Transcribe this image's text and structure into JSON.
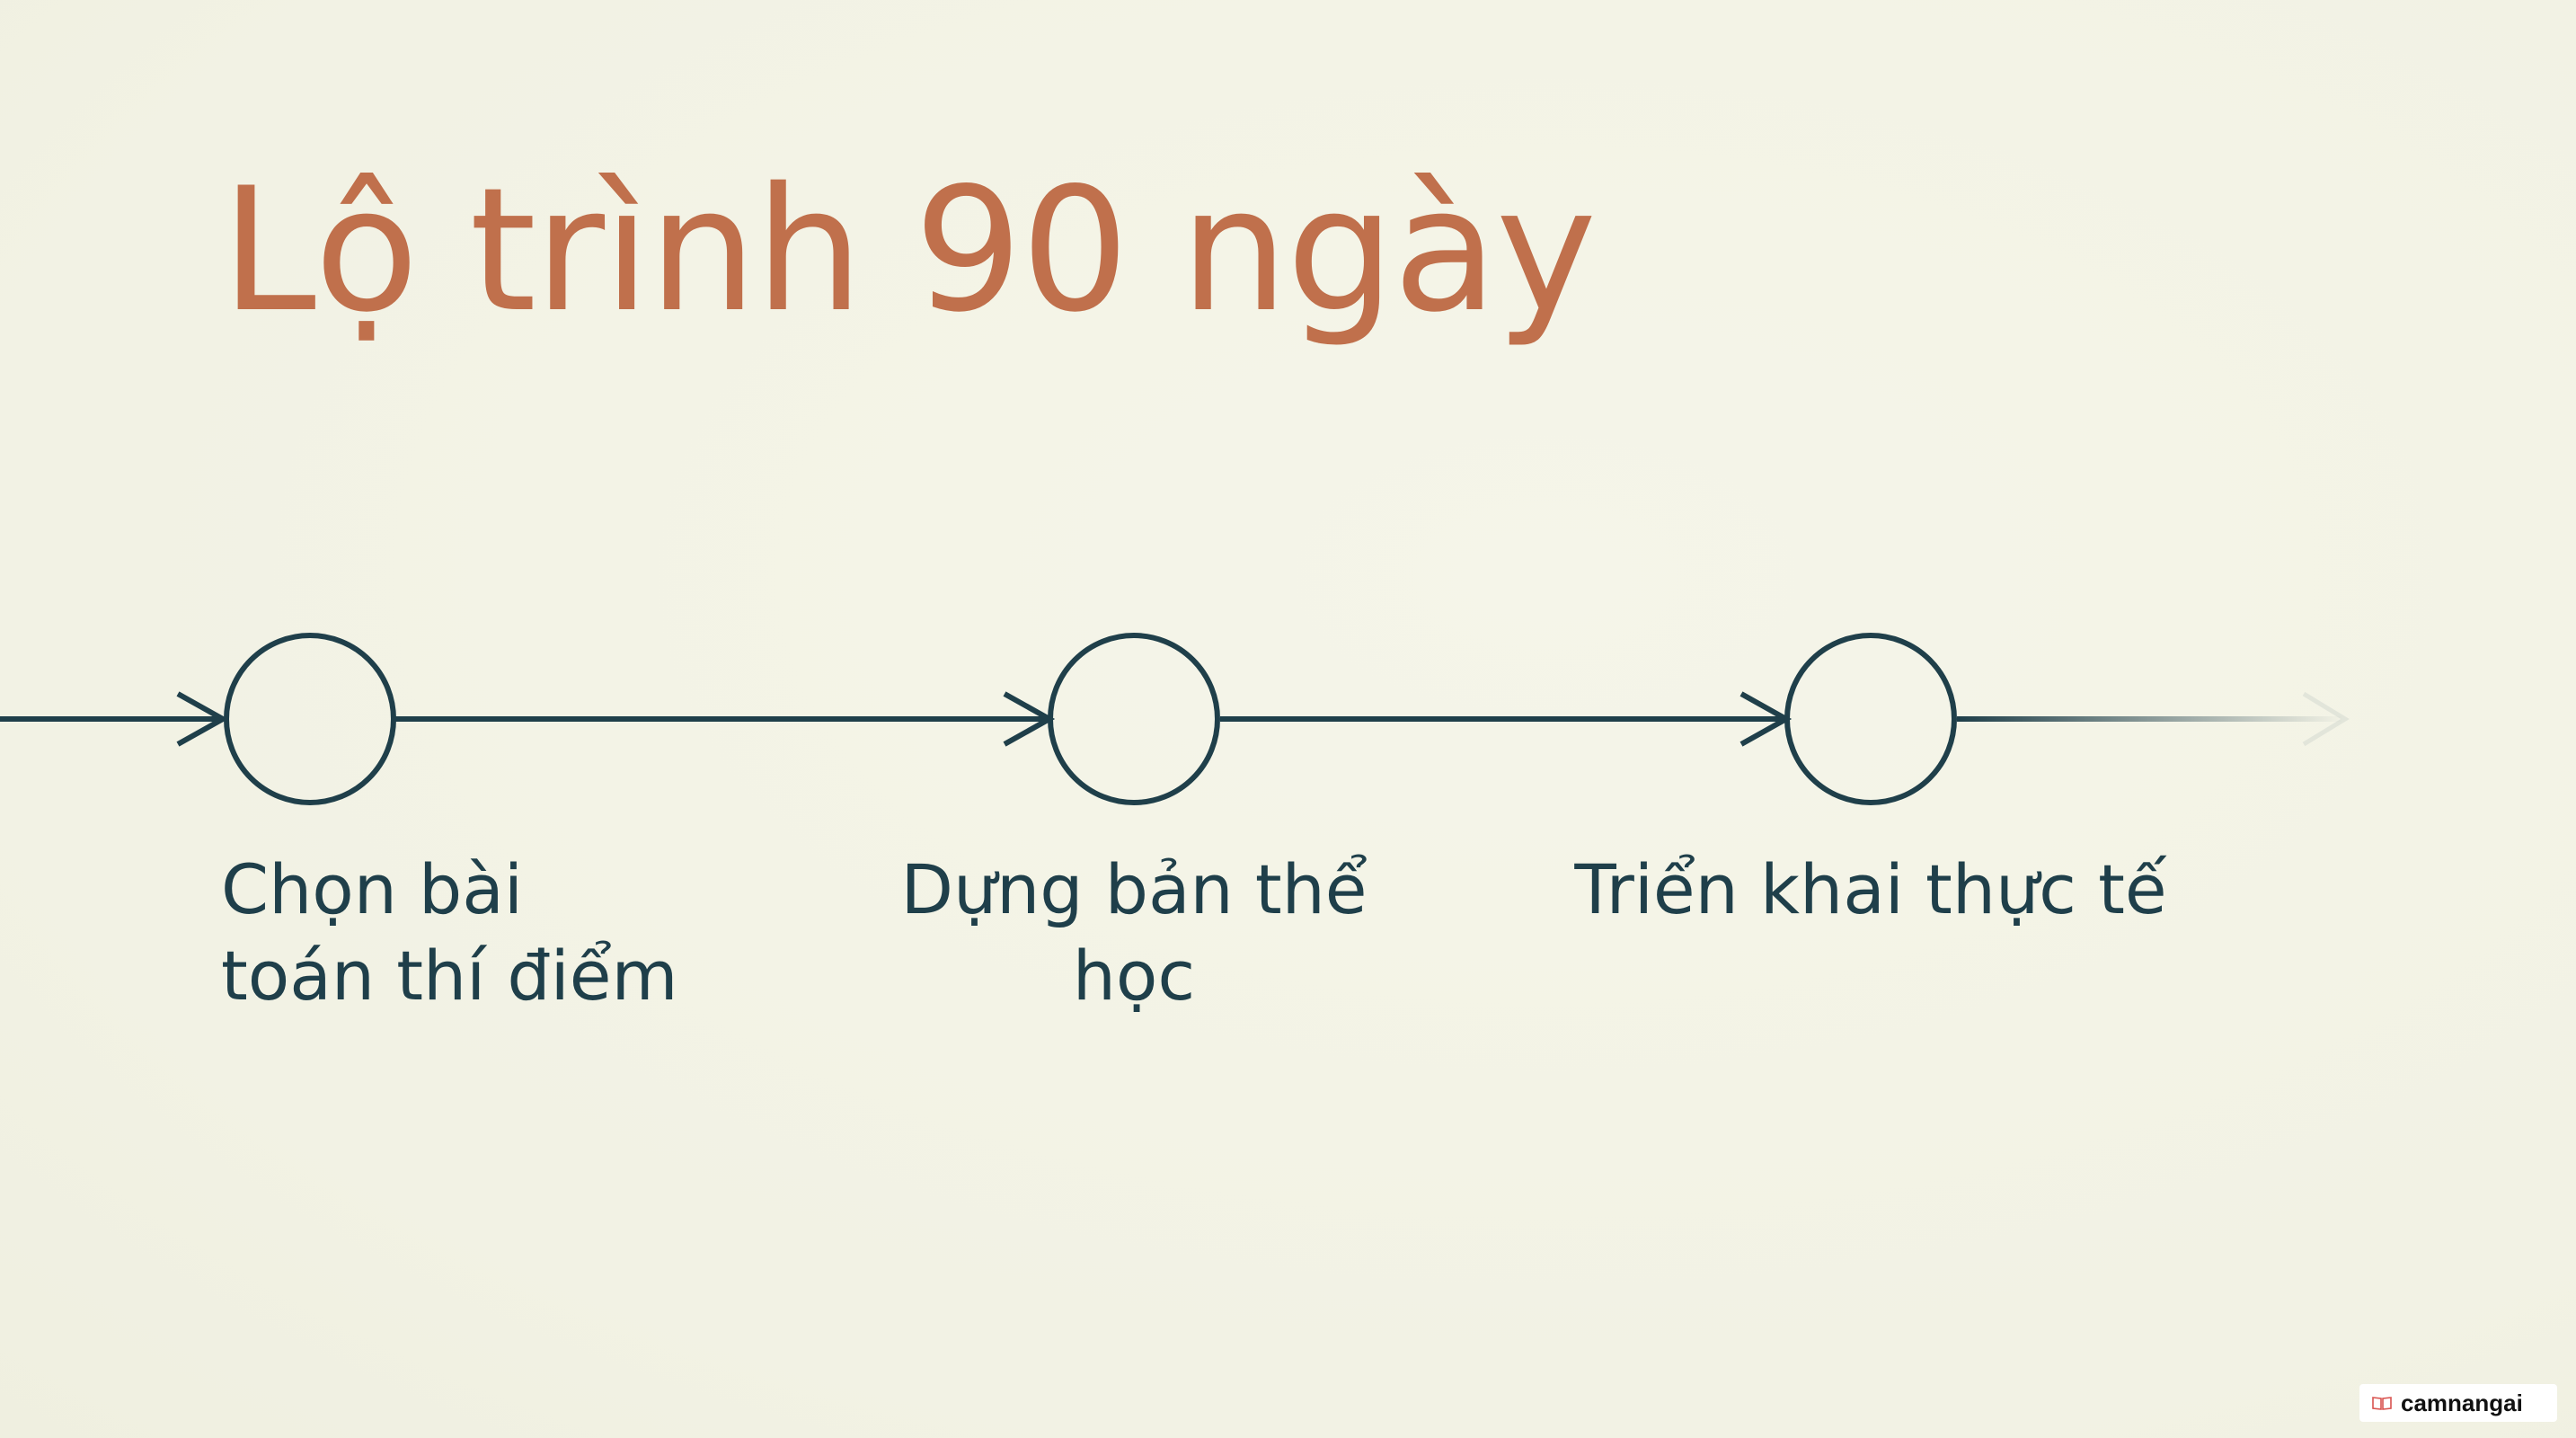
{
  "slide": {
    "title": "Lộ trình 90 ngày",
    "steps": [
      {
        "lines": [
          "Chọn bài",
          "toán thí điểm"
        ]
      },
      {
        "lines": [
          "Dựng bản thể",
          "học"
        ]
      },
      {
        "lines": [
          "Triển khai thực tế"
        ]
      }
    ]
  },
  "colors": {
    "background": "#f3f3e6",
    "title": "#c0704c",
    "line": "#1f3f4a"
  },
  "watermark": {
    "text": "camnangai",
    "icon": "book-icon"
  }
}
